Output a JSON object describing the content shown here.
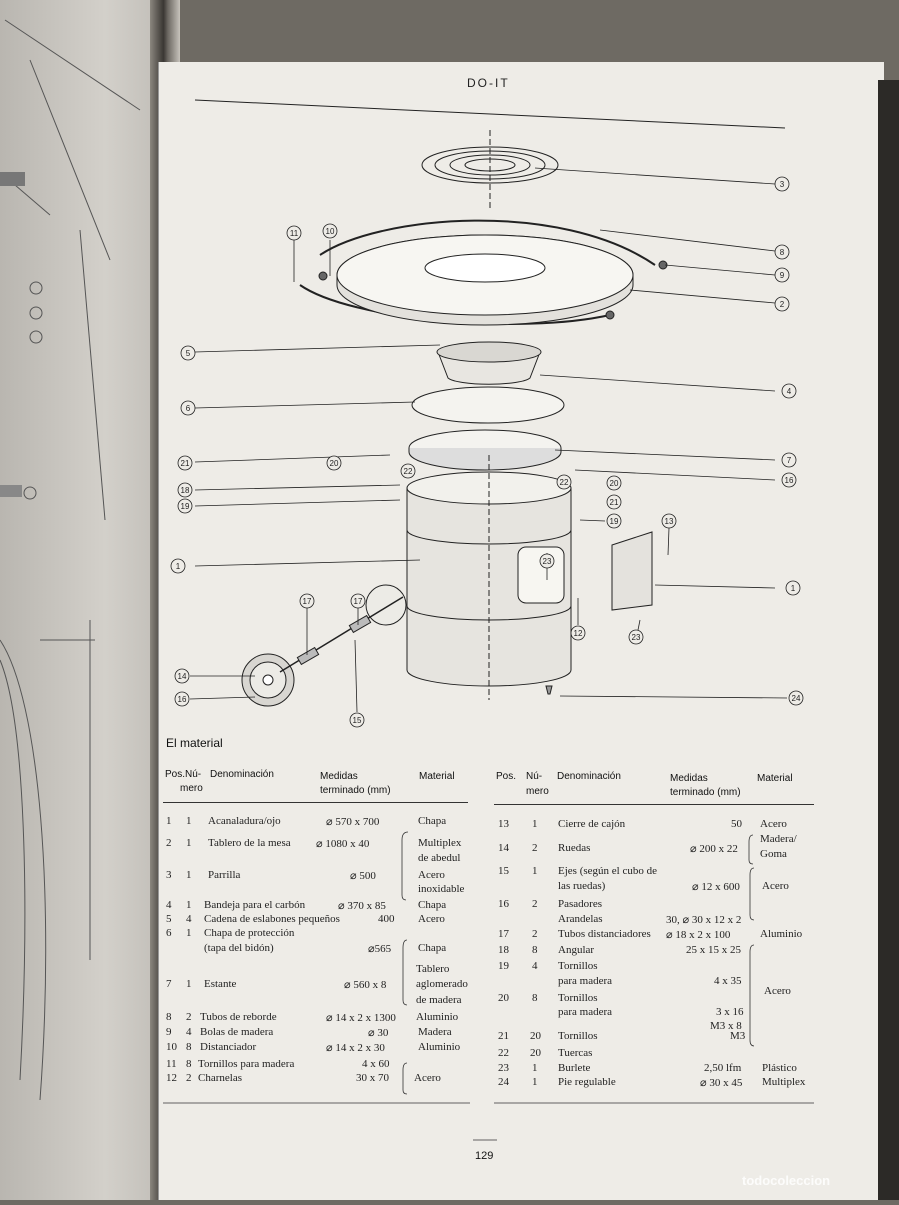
{
  "header": "DO-IT",
  "diagram": {
    "callouts": [
      "3",
      "8",
      "9",
      "2",
      "11",
      "10",
      "5",
      "4",
      "6",
      "7",
      "16",
      "20",
      "22",
      "21",
      "19",
      "18",
      "13",
      "1",
      "23",
      "12",
      "17",
      "14",
      "15",
      "24"
    ]
  },
  "section_title": "El material",
  "table_headers": {
    "pos": "Pos.",
    "num_line1": "Nú-",
    "num_line2": "mero",
    "denominacion": "Denominación",
    "medidas_line1": "Medidas",
    "medidas_line2": "terminado (mm)",
    "material": "Material"
  },
  "left_table": [
    {
      "pos": "1",
      "num": "1",
      "name": "Acanaladura/ojo",
      "measure": "⌀ 570 x 700",
      "material": "Chapa"
    },
    {
      "pos": "2",
      "num": "1",
      "name": "Tablero de la mesa",
      "measure": "⌀ 1080 x 40",
      "material": "Multiplex"
    },
    {
      "pos": "",
      "num": "",
      "name": "",
      "measure": "",
      "material": "de abedul"
    },
    {
      "pos": "3",
      "num": "1",
      "name": "Parrilla",
      "measure": "⌀ 500",
      "material": "Acero"
    },
    {
      "pos": "",
      "num": "",
      "name": "",
      "measure": "",
      "material": "inoxidable"
    },
    {
      "pos": "4",
      "num": "1",
      "name": "Bandeja para el carbón",
      "measure": "⌀ 370 x 85",
      "material": "Chapa"
    },
    {
      "pos": "5",
      "num": "4",
      "name": "Cadena de eslabones pequeños",
      "measure": "400",
      "material": "Acero"
    },
    {
      "pos": "6",
      "num": "1",
      "name": "Chapa de protección",
      "measure": "",
      "material": ""
    },
    {
      "pos": "",
      "num": "",
      "name": "(tapa del bidón)",
      "measure": "⌀565",
      "material": "Chapa"
    },
    {
      "pos": "",
      "num": "",
      "name": "",
      "measure": "",
      "material": "Tablero"
    },
    {
      "pos": "7",
      "num": "1",
      "name": "Estante",
      "measure": "⌀ 560 x 8",
      "material": "aglomerado"
    },
    {
      "pos": "",
      "num": "",
      "name": "",
      "measure": "",
      "material": "de madera"
    },
    {
      "pos": "8",
      "num": "2",
      "name": "Tubos de reborde",
      "measure": "⌀ 14 x 2 x 1300",
      "material": "Aluminio"
    },
    {
      "pos": "9",
      "num": "4",
      "name": "Bolas de madera",
      "measure": "⌀ 30",
      "material": "Madera"
    },
    {
      "pos": "10",
      "num": "8",
      "name": "Distanciador",
      "measure": "⌀ 14 x 2 x 30",
      "material": "Aluminio"
    },
    {
      "pos": "11",
      "num": "8",
      "name": "Tornillos para madera",
      "measure": "4 x 60",
      "material": ""
    },
    {
      "pos": "12",
      "num": "2",
      "name": "Charnelas",
      "measure": "30 x 70",
      "material": "Acero"
    }
  ],
  "right_table": [
    {
      "pos": "13",
      "num": "1",
      "name": "Cierre de cajón",
      "measure": "50",
      "material": "Acero"
    },
    {
      "pos": "",
      "num": "",
      "name": "",
      "measure": "",
      "material": "Madera/"
    },
    {
      "pos": "14",
      "num": "2",
      "name": "Ruedas",
      "measure": "⌀ 200 x 22",
      "material": "Goma"
    },
    {
      "pos": "15",
      "num": "1",
      "name": "Ejes (según el cubo de",
      "measure": "",
      "material": ""
    },
    {
      "pos": "",
      "num": "",
      "name": "las ruedas)",
      "measure": "⌀ 12 x 600",
      "material": "Acero"
    },
    {
      "pos": "16",
      "num": "2",
      "name": "Pasadores",
      "measure": "",
      "material": ""
    },
    {
      "pos": "",
      "num": "",
      "name": "Arandelas",
      "measure": "30, ⌀ 30 x 12 x 2",
      "material": ""
    },
    {
      "pos": "17",
      "num": "2",
      "name": "Tubos distanciadores",
      "measure": "⌀ 18 x 2 x 100",
      "material": "Aluminio"
    },
    {
      "pos": "18",
      "num": "8",
      "name": "Angular",
      "measure": "25 x 15 x 25",
      "material": ""
    },
    {
      "pos": "19",
      "num": "4",
      "name": "Tornillos",
      "measure": "",
      "material": ""
    },
    {
      "pos": "",
      "num": "",
      "name": "para madera",
      "measure": "4 x 35",
      "material": ""
    },
    {
      "pos": "20",
      "num": "8",
      "name": "Tornillos",
      "measure": "",
      "material": "Acero"
    },
    {
      "pos": "",
      "num": "",
      "name": "para madera",
      "measure": "3 x 16",
      "material": ""
    },
    {
      "pos": "",
      "num": "",
      "name": "",
      "measure": "M3 x 8",
      "material": ""
    },
    {
      "pos": "21",
      "num": "20",
      "name": "Tornillos",
      "measure": "M3",
      "material": ""
    },
    {
      "pos": "22",
      "num": "20",
      "name": "Tuercas",
      "measure": "",
      "material": ""
    },
    {
      "pos": "23",
      "num": "1",
      "name": "Burlete",
      "measure": "2,50 lfm",
      "material": "Plástico"
    },
    {
      "pos": "24",
      "num": "1",
      "name": "Pie regulable",
      "measure": "⌀ 30 x 45",
      "material": "Multiplex"
    }
  ],
  "page_number": "129",
  "watermark": "todocoleccion"
}
